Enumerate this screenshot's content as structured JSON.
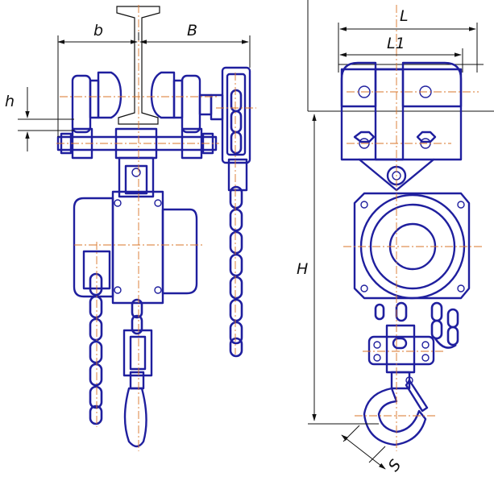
{
  "dimensions": {
    "b": "b",
    "B": "B",
    "h": "h",
    "L": "L",
    "L1": "L1",
    "H": "H",
    "S": "S"
  }
}
